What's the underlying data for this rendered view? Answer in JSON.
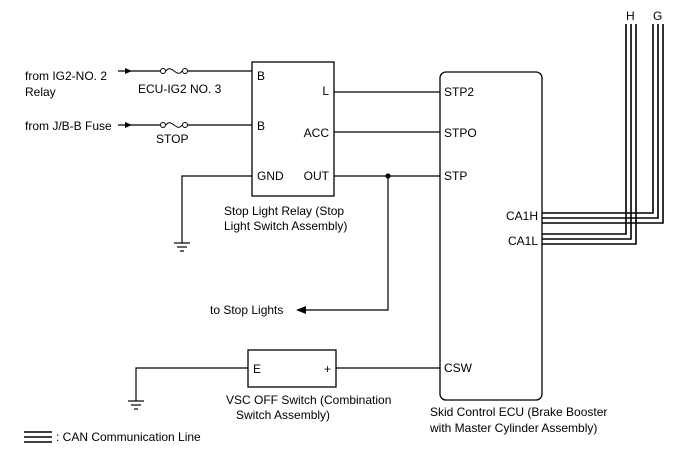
{
  "inputs": {
    "ig2_line1": "from IG2-NO. 2",
    "ig2_line2": "Relay",
    "jb": "from J/B-B Fuse"
  },
  "fuses": {
    "ecu_ig2": "ECU-IG2 NO. 3",
    "stop": "STOP"
  },
  "relay": {
    "pin_b1": "B",
    "pin_b2": "B",
    "pin_gnd": "GND",
    "pin_l": "L",
    "pin_acc": "ACC",
    "pin_out": "OUT",
    "caption_line1": "Stop Light Relay (Stop",
    "caption_line2": "Light Switch Assembly)"
  },
  "ecu": {
    "pin_stp2": "STP2",
    "pin_stpo": "STPO",
    "pin_stp": "STP",
    "pin_csw": "CSW",
    "pin_ca1h": "CA1H",
    "pin_ca1l": "CA1L",
    "caption_line1": "Skid Control ECU (Brake Booster",
    "caption_line2": "with Master Cylinder Assembly)"
  },
  "bus": {
    "h": "H",
    "g": "G"
  },
  "stop_lights": "to Stop Lights",
  "vsc": {
    "pin_e": "E",
    "pin_plus": "+",
    "caption_line1": "VSC OFF Switch (Combination",
    "caption_line2": "Switch Assembly)"
  },
  "legend": {
    "text": ": CAN Communication Line"
  }
}
